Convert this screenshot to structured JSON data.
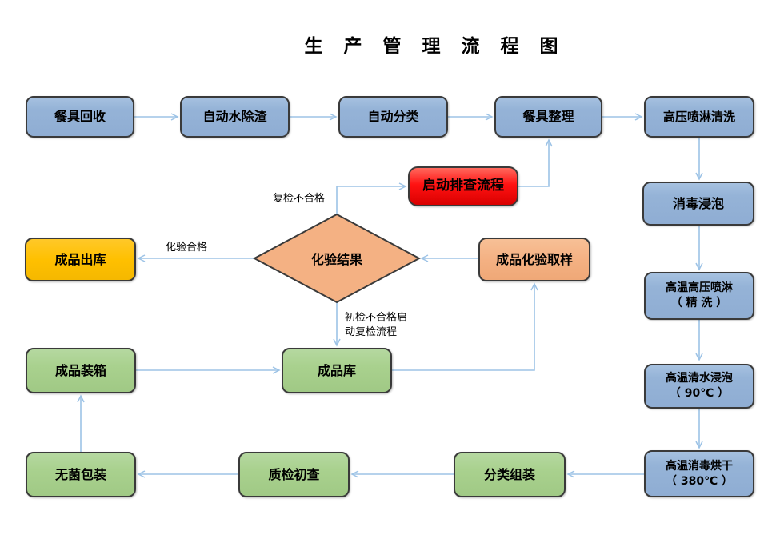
{
  "title": "生 产 管 理 流 程 图",
  "nodes": {
    "tableware_recycle": {
      "label": "餐具回收"
    },
    "auto_water_deslag": {
      "label": "自动水除渣"
    },
    "auto_sort": {
      "label": "自动分类"
    },
    "tableware_arrange": {
      "label": "餐具整理"
    },
    "hp_spray_wash": {
      "label": "高压喷淋清洗"
    },
    "disinfect_soak": {
      "label": "消毒浸泡"
    },
    "ht_hp_spray": {
      "line1": "高温高压喷淋",
      "line2": "（ 精  洗 ）"
    },
    "ht_water_soak": {
      "line1": "高温清水浸泡",
      "line2": "（ 90℃ ）"
    },
    "ht_disinfect_dry": {
      "line1": "高温消毒烘干",
      "line2": "（ 380℃  ）"
    },
    "start_investigation": {
      "label": "启动排查流程"
    },
    "finished_outbound": {
      "label": "成品出库"
    },
    "test_result": {
      "label": "化验结果"
    },
    "finished_sampling": {
      "label": "成品化验取样"
    },
    "finished_boxing": {
      "label": "成品装箱"
    },
    "finished_warehouse": {
      "label": "成品库"
    },
    "sterile_packing": {
      "label": "无菌包装"
    },
    "quality_initial_check": {
      "label": "质检初查"
    },
    "sort_assemble": {
      "label": "分类组装"
    }
  },
  "edge_labels": {
    "pass": "化验合格",
    "recheck_fail": "复检不合格",
    "initial_fail_line1": "初检不合格启",
    "initial_fail_line2": "动复检流程"
  },
  "colors": {
    "process_blue": "#95B3D7",
    "process_green": "#A9D18E",
    "decision_orange": "#F4B183",
    "outbound_gold": "#FFC000",
    "alert_red": "#FF1212",
    "connector_blue": "#9DC3E6",
    "border_dark": "#3A3A3A"
  }
}
